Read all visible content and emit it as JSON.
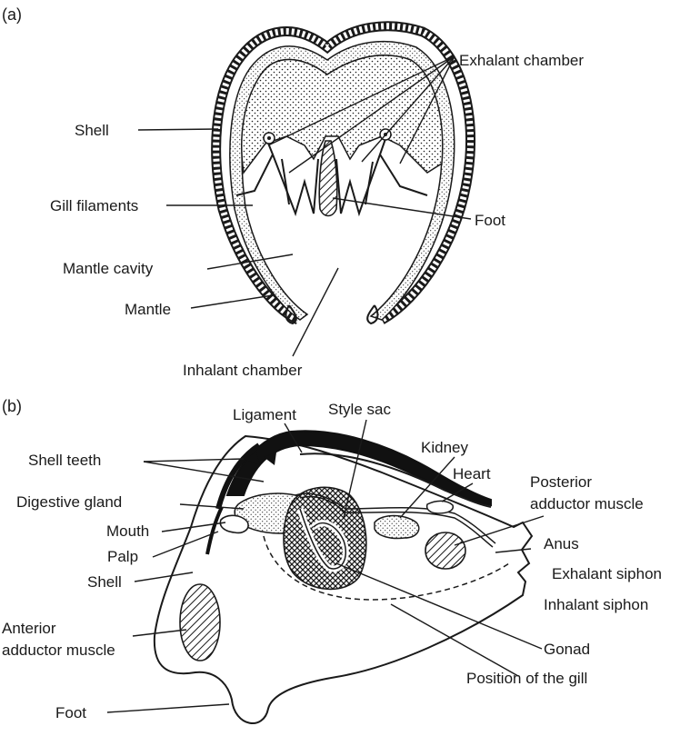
{
  "panel_a": {
    "tag": "(a)",
    "labels": {
      "shell": "Shell",
      "gill_filaments": "Gill filaments",
      "mantle_cavity": "Mantle cavity",
      "mantle": "Mantle",
      "inhalant_chamber": "Inhalant chamber",
      "exhalant_chamber": "Exhalant chamber",
      "foot": "Foot"
    }
  },
  "panel_b": {
    "tag": "(b)",
    "labels": {
      "ligament": "Ligament",
      "style_sac": "Style sac",
      "shell_teeth": "Shell teeth",
      "kidney": "Kidney",
      "heart": "Heart",
      "posterior_line1": "Posterior",
      "posterior_line2": "adductor muscle",
      "digestive_gland": "Digestive gland",
      "mouth": "Mouth",
      "palp": "Palp",
      "shell": "Shell",
      "anus": "Anus",
      "exhalant_siphon": "Exhalant siphon",
      "inhalant_siphon": "Inhalant siphon",
      "anterior_line1": "Anterior",
      "anterior_line2": "adductor muscle",
      "gonad": "Gonad",
      "position_of_gill": "Position of the gill",
      "foot": "Foot"
    }
  }
}
